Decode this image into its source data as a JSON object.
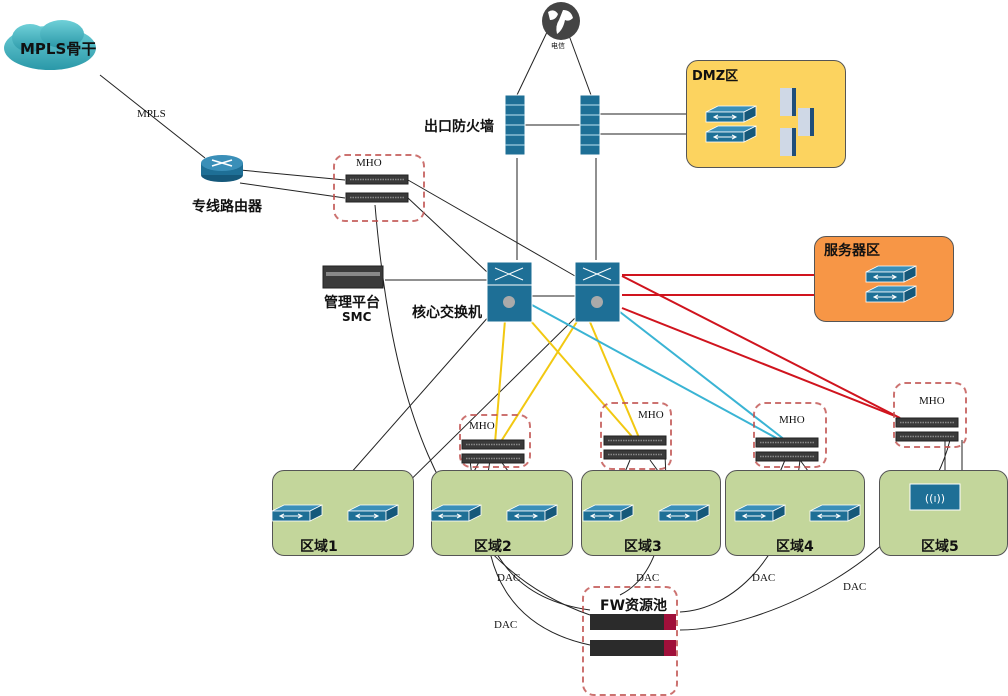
{
  "title": "Network topology diagram",
  "nodes": {
    "mpls_cloud": {
      "label": "MPLS骨干"
    },
    "mpls_link": {
      "label": "MPLS"
    },
    "router": {
      "label": "专线路由器"
    },
    "internet": {
      "label": "电信"
    },
    "firewall": {
      "label": "出口防火墙"
    },
    "dmz": {
      "label": "DMZ区"
    },
    "core": {
      "label": "核心交换机"
    },
    "mgmt": {
      "label": "管理平台",
      "sublabel": "SMC"
    },
    "server_zone": {
      "label": "服务器区"
    },
    "fw_pool": {
      "label": "FW资源池"
    }
  },
  "mho_label": "MHO",
  "dac_label": "DAC",
  "zones": [
    {
      "label": "区域1"
    },
    {
      "label": "区域2"
    },
    {
      "label": "区域3"
    },
    {
      "label": "区域4"
    },
    {
      "label": "区域5"
    }
  ],
  "colors": {
    "switch_blue": "#1e6f96",
    "link_yellow": "#f2c811",
    "link_cyan": "#3ab4d4",
    "link_red": "#d0141e",
    "zone_green": "#c3d69b",
    "dmz_yellow": "#fcd35f",
    "server_orange": "#f79646",
    "mho_dash": "#c0504d"
  }
}
